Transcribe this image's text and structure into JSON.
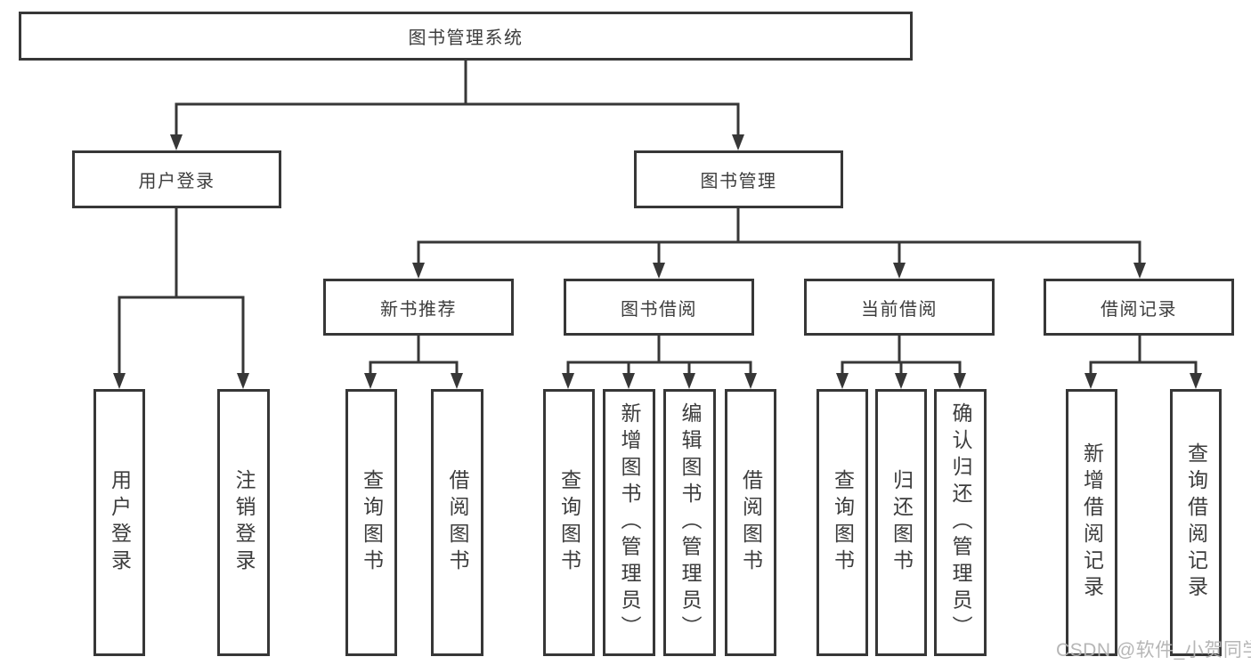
{
  "tree": {
    "label": "图书管理系统",
    "children": [
      {
        "label": "用户登录",
        "children": [
          {
            "label": "用户登录"
          },
          {
            "label": "注销登录"
          }
        ]
      },
      {
        "label": "图书管理",
        "children": [
          {
            "label": "新书推荐",
            "children": [
              {
                "label": "查询图书"
              },
              {
                "label": "借阅图书"
              }
            ]
          },
          {
            "label": "图书借阅",
            "children": [
              {
                "label": "查询图书"
              },
              {
                "label": "新增图书（管理员）"
              },
              {
                "label": "编辑图书（管理员）"
              },
              {
                "label": "借阅图书"
              }
            ]
          },
          {
            "label": "当前借阅",
            "children": [
              {
                "label": "查询图书"
              },
              {
                "label": "归还图书"
              },
              {
                "label": "确认归还（管理员）"
              }
            ]
          },
          {
            "label": "借阅记录",
            "children": [
              {
                "label": "新增借阅记录"
              },
              {
                "label": "查询借阅记录"
              }
            ]
          }
        ]
      }
    ]
  },
  "watermark": "CSDN @软件_小贺同学",
  "colors": {
    "line": "#373737",
    "text": "#3d3d3d",
    "watermark": "#b2b2b2",
    "background": "#ffffff"
  }
}
